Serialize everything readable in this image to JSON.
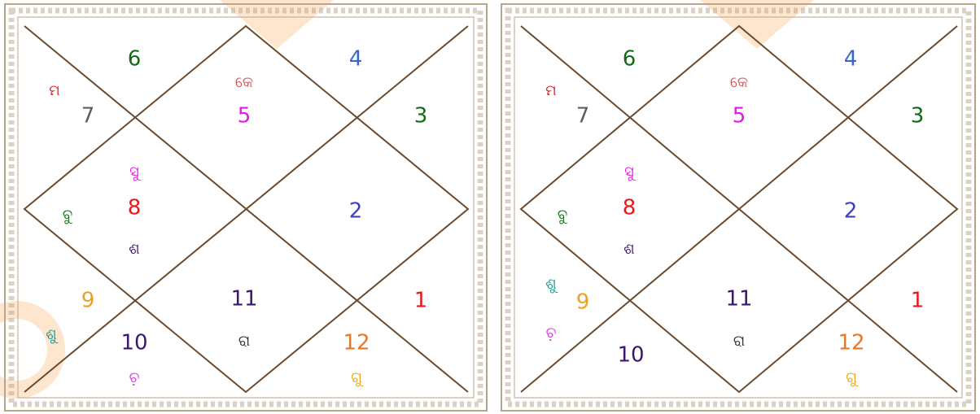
{
  "colors": {
    "line": "#6b4a2e",
    "frame": "#b7a68c",
    "h1": "#e8191c",
    "h2": "#3b3fc2",
    "h3": "#0e6e13",
    "h4": "#3b63c9",
    "h5": "#e11be2",
    "h6": "#0e6e13",
    "h7": "#5d5d5d",
    "h8": "#e8191c",
    "h9": "#f0a01c",
    "h10": "#3b1773",
    "h11": "#3b1773",
    "h12": "#f27321",
    "ma": "#e8191c",
    "ke": "#c85a5a",
    "su": "#e11be2",
    "bu": "#0e6e13",
    "sha": "#3b1773",
    "shu": "#1a9e96",
    "ra": "#333333",
    "gu": "#f0a01c",
    "chandra": "#d63be2"
  },
  "charts": [
    {
      "houses": [
        {
          "n": "1",
          "c": "h1"
        },
        {
          "n": "2",
          "c": "h2"
        },
        {
          "n": "3",
          "c": "h3"
        },
        {
          "n": "4",
          "c": "h4"
        },
        {
          "n": "5",
          "c": "h5"
        },
        {
          "n": "6",
          "c": "h6"
        },
        {
          "n": "7",
          "c": "h7"
        },
        {
          "n": "8",
          "c": "h8"
        },
        {
          "n": "9",
          "c": "h9"
        },
        {
          "n": "10",
          "c": "h10"
        },
        {
          "n": "11",
          "c": "h11"
        },
        {
          "n": "12",
          "c": "h12"
        }
      ],
      "planets": [
        {
          "t": "ମ",
          "c": "ma"
        },
        {
          "t": "କେ",
          "c": "ke"
        },
        {
          "t": "ସୁ",
          "c": "su"
        },
        {
          "t": "ବୁ",
          "c": "bu"
        },
        {
          "t": "ଶ",
          "c": "sha"
        },
        {
          "t": "ଶୁ",
          "c": "shu"
        },
        {
          "t": "ରା",
          "c": "ra"
        },
        {
          "t": "ଚ଼",
          "c": "chandra"
        },
        {
          "t": "ଗୁ",
          "c": "gu"
        }
      ]
    },
    {
      "houses": [
        {
          "n": "1",
          "c": "h1"
        },
        {
          "n": "2",
          "c": "h2"
        },
        {
          "n": "3",
          "c": "h3"
        },
        {
          "n": "4",
          "c": "h4"
        },
        {
          "n": "5",
          "c": "h5"
        },
        {
          "n": "6",
          "c": "h6"
        },
        {
          "n": "7",
          "c": "h7"
        },
        {
          "n": "8",
          "c": "h8"
        },
        {
          "n": "9",
          "c": "h9"
        },
        {
          "n": "10",
          "c": "h10"
        },
        {
          "n": "11",
          "c": "h11"
        },
        {
          "n": "12",
          "c": "h12"
        }
      ],
      "planets": [
        {
          "t": "ମ",
          "c": "ma"
        },
        {
          "t": "କେ",
          "c": "ke"
        },
        {
          "t": "ସୁ",
          "c": "su"
        },
        {
          "t": "ବୁ",
          "c": "bu"
        },
        {
          "t": "ଶ",
          "c": "sha"
        },
        {
          "t": "ଶୁ",
          "c": "shu"
        },
        {
          "t": "ରା",
          "c": "ra"
        },
        {
          "t": "ଚ଼",
          "c": "chandra"
        },
        {
          "t": "ଗୁ",
          "c": "gu"
        }
      ]
    }
  ]
}
